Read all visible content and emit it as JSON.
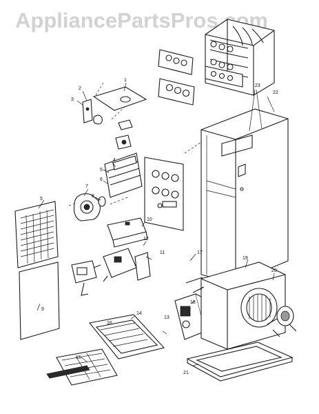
{
  "watermark": "AppliancePartsPros.com",
  "part_labels": [
    {
      "id": "p1",
      "text": "1"
    },
    {
      "id": "p2",
      "text": "2"
    },
    {
      "id": "p3",
      "text": "3"
    },
    {
      "id": "p4",
      "text": "4"
    },
    {
      "id": "p5",
      "text": "5"
    },
    {
      "id": "p6",
      "text": "6"
    },
    {
      "id": "p7",
      "text": "7"
    },
    {
      "id": "p8",
      "text": "8"
    },
    {
      "id": "p9",
      "text": "9"
    },
    {
      "id": "p10",
      "text": "10"
    },
    {
      "id": "p11",
      "text": "11"
    },
    {
      "id": "p12",
      "text": "12"
    },
    {
      "id": "p13",
      "text": "13"
    },
    {
      "id": "p14",
      "text": "14"
    },
    {
      "id": "p15",
      "text": "15"
    },
    {
      "id": "p16",
      "text": "16"
    },
    {
      "id": "p17",
      "text": "17"
    },
    {
      "id": "p18",
      "text": "18"
    },
    {
      "id": "p19",
      "text": "19"
    },
    {
      "id": "p20",
      "text": "20"
    },
    {
      "id": "p21",
      "text": "21"
    },
    {
      "id": "p22",
      "text": "22"
    },
    {
      "id": "p23",
      "text": "23"
    }
  ],
  "colors": {
    "line": "#1a1a1a",
    "watermark": "#d2d2d2",
    "background": "#ffffff"
  }
}
